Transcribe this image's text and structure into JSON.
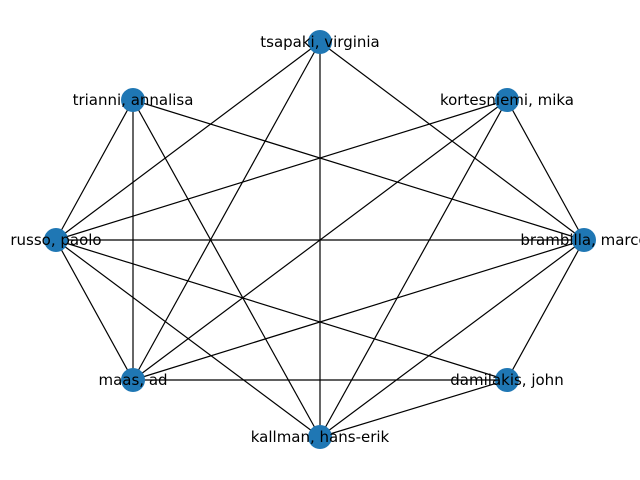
{
  "graph": {
    "node_color": "#1f77b4",
    "edge_color": "#000000",
    "nodes": [
      {
        "id": "tsapaki",
        "label": "tsapaki, virginia"
      },
      {
        "id": "trianni",
        "label": "trianni, annalisa"
      },
      {
        "id": "kortesniemi",
        "label": "kortesniemi, mika"
      },
      {
        "id": "russo",
        "label": "russo, paolo"
      },
      {
        "id": "brambilla",
        "label": "brambilla, marco"
      },
      {
        "id": "maas",
        "label": "maas, ad"
      },
      {
        "id": "damilakis",
        "label": "damilakis, john"
      },
      {
        "id": "kallman",
        "label": "kallman, hans-erik"
      }
    ],
    "edges": [
      [
        "tsapaki",
        "russo"
      ],
      [
        "tsapaki",
        "maas"
      ],
      [
        "tsapaki",
        "kallman"
      ],
      [
        "tsapaki",
        "brambilla"
      ],
      [
        "trianni",
        "russo"
      ],
      [
        "trianni",
        "maas"
      ],
      [
        "trianni",
        "kallman"
      ],
      [
        "trianni",
        "brambilla"
      ],
      [
        "kortesniemi",
        "russo"
      ],
      [
        "kortesniemi",
        "maas"
      ],
      [
        "kortesniemi",
        "kallman"
      ],
      [
        "kortesniemi",
        "brambilla"
      ],
      [
        "russo",
        "brambilla"
      ],
      [
        "russo",
        "maas"
      ],
      [
        "russo",
        "kallman"
      ],
      [
        "russo",
        "damilakis"
      ],
      [
        "brambilla",
        "maas"
      ],
      [
        "brambilla",
        "kallman"
      ],
      [
        "brambilla",
        "damilakis"
      ],
      [
        "maas",
        "damilakis"
      ],
      [
        "kallman",
        "damilakis"
      ]
    ]
  }
}
